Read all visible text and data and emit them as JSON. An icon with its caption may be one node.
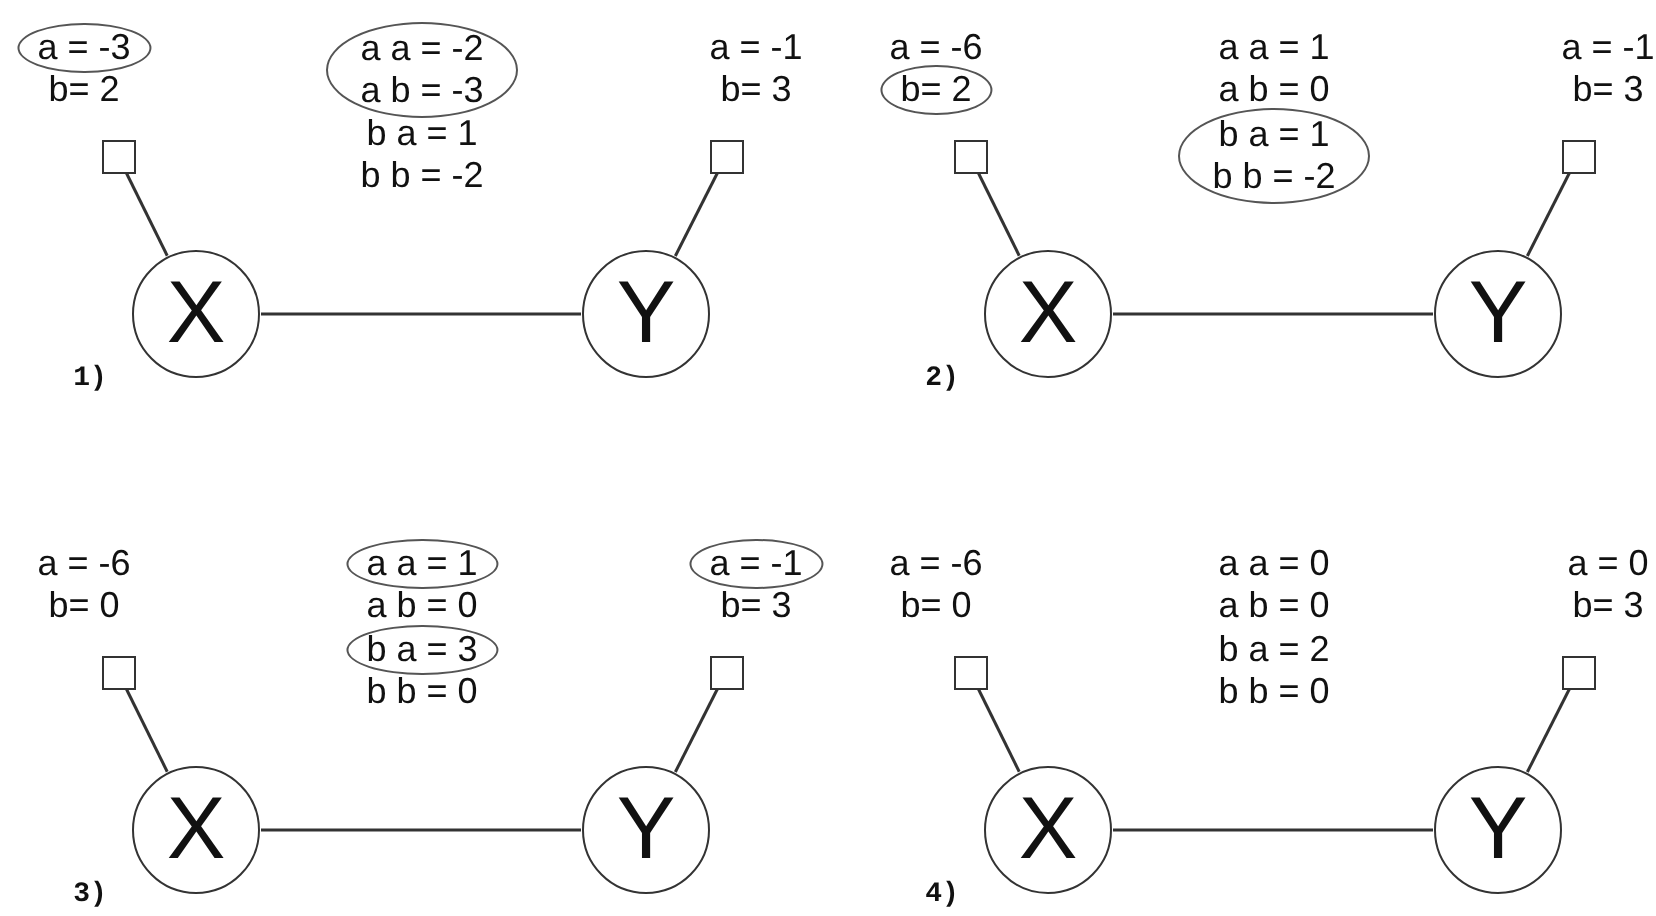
{
  "diagram": {
    "nodes": [
      {
        "text": [
          "a = -3"
        ]
      },
      {
        "text": [
          "a a = -2 a b = -3"
        ]
      },
      {
        "text": [],
        "shape": "box"
      },
      {
        "text": [],
        "shape": "box"
      },
      {
        "text": [
          "X"
        ]
      },
      {
        "text": [
          "Y"
        ]
      },
      {
        "text": [
          "b= 2"
        ]
      },
      {
        "text": [
          "b a = 1 b b = -2"
        ]
      },
      {
        "text": [],
        "shape": "box"
      },
      {
        "text": [],
        "shape": "box"
      },
      {
        "text": [
          "X"
        ]
      },
      {
        "text": [
          "Y"
        ]
      },
      {
        "text": [
          "a a = 1"
        ]
      },
      {
        "text": [
          "a = -1"
        ]
      },
      {
        "text": [
          "b a = 3"
        ]
      },
      {
        "text": [],
        "shape": "box"
      },
      {
        "text": [],
        "shape": "box"
      },
      {
        "text": [
          "X"
        ]
      },
      {
        "text": [
          "Y"
        ]
      },
      {
        "text": [],
        "shape": "box"
      },
      {
        "text": [],
        "shape": "box"
      },
      {
        "text": [
          "X"
        ]
      },
      {
        "text": [
          "Y"
        ]
      }
    ],
    "edges": [
      {
        "from": 2,
        "to": 4,
        "arrow": "none"
      },
      {
        "from": 4,
        "to": 5,
        "arrow": "none"
      },
      {
        "from": 3,
        "to": 5,
        "arrow": "none"
      },
      {
        "from": 8,
        "to": 10,
        "arrow": "none"
      },
      {
        "from": 10,
        "to": 11,
        "arrow": "none"
      },
      {
        "from": 9,
        "to": 11,
        "arrow": "none"
      },
      {
        "from": 15,
        "to": 17,
        "arrow": "none"
      },
      {
        "from": 17,
        "to": 18,
        "arrow": "none"
      },
      {
        "from": 16,
        "to": 18,
        "arrow": "none"
      },
      {
        "from": 19,
        "to": 21,
        "arrow": "none"
      },
      {
        "from": 21,
        "to": 22,
        "arrow": "none"
      },
      {
        "from": 20,
        "to": 22,
        "arrow": "none"
      }
    ],
    "labels": [
      "a = -1",
      "b= 2",
      "b= 3",
      "b a = 1",
      "b b = -2",
      "1)",
      "a = -6",
      "a a = 1",
      "a = -1",
      "a b = 0",
      "b= 3",
      "2)",
      "a = -6",
      "b= 0",
      "a b = 0",
      "b= 3",
      "b b = 0",
      "3)",
      "a = -6",
      "a a = 0",
      "a = 0",
      "b= 0",
      "a b = 0",
      "b= 3",
      "b a = 2",
      "b b = 0",
      "4)"
    ]
  }
}
